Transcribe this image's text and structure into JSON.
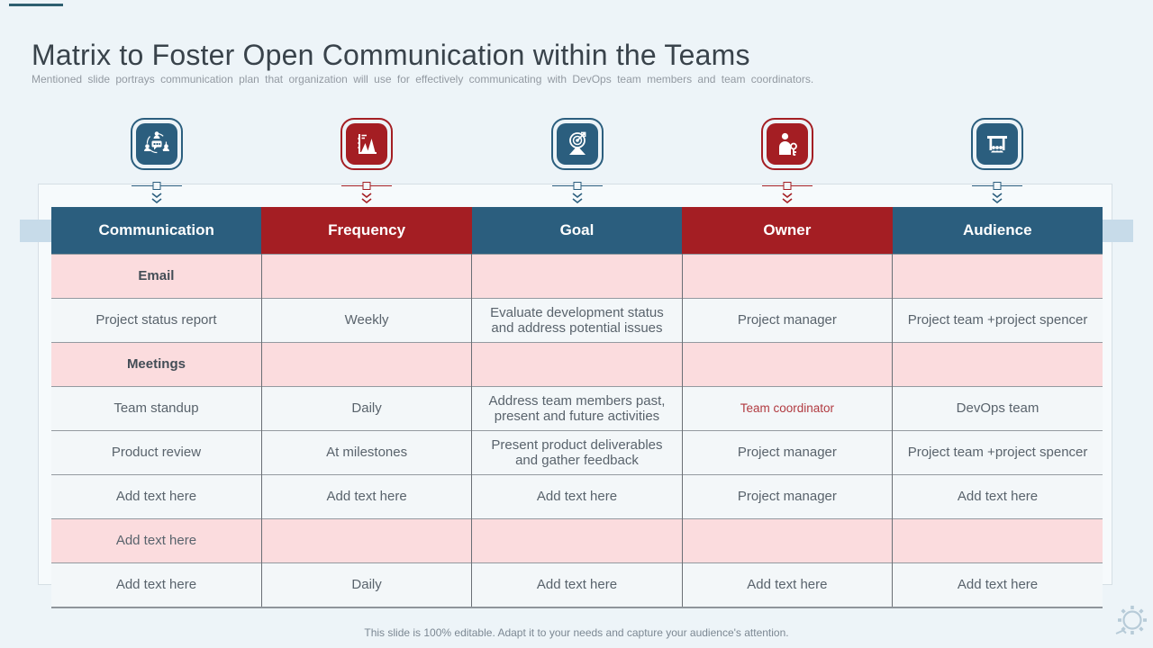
{
  "slide": {
    "title": "Matrix to Foster Open Communication within the Teams",
    "subtitle": "Mentioned slide portrays communication plan that organization will use for effectively communicating with DevOps team members and team coordinators.",
    "footer": "This slide is 100% editable. Adapt it to your needs and capture your audience's attention."
  },
  "colors": {
    "header_blue": "#2b5e7e",
    "header_red": "#a41e23",
    "pink_row": "#fbdcde",
    "light_row": "#f3f7f9",
    "band_blue": "#c7dbe9",
    "accent_text": "#b13a40"
  },
  "icons": [
    {
      "name": "team-communication-icon",
      "color": "blue"
    },
    {
      "name": "frequency-chart-icon",
      "color": "red"
    },
    {
      "name": "goal-target-icon",
      "color": "blue"
    },
    {
      "name": "owner-key-icon",
      "color": "red"
    },
    {
      "name": "audience-presentation-icon",
      "color": "blue"
    }
  ],
  "table": {
    "columns": [
      {
        "label": "Communication",
        "color": "blue"
      },
      {
        "label": "Frequency",
        "color": "red"
      },
      {
        "label": "Goal",
        "color": "blue"
      },
      {
        "label": "Owner",
        "color": "red"
      },
      {
        "label": "Audience",
        "color": "blue"
      }
    ],
    "rows": [
      {
        "variant": "pink",
        "bold": true,
        "cells": [
          "Email",
          "",
          "",
          "",
          ""
        ]
      },
      {
        "variant": "light",
        "bold": false,
        "cells": [
          "Project status report",
          "Weekly",
          "Evaluate development status and address potential issues",
          "Project manager",
          "Project team +project spencer"
        ]
      },
      {
        "variant": "pink",
        "bold": true,
        "cells": [
          "Meetings",
          "",
          "",
          "",
          ""
        ]
      },
      {
        "variant": "light",
        "bold": false,
        "cells": [
          "Team standup",
          "Daily",
          "Address team members past, present and future activities",
          {
            "text": "Team coordinator",
            "accent": true
          },
          "DevOps team"
        ]
      },
      {
        "variant": "light",
        "bold": false,
        "cells": [
          "Product review",
          "At milestones",
          "Present product deliverables and gather feedback",
          "Project manager",
          "Project team +project spencer"
        ]
      },
      {
        "variant": "light",
        "bold": false,
        "cells": [
          "Add text here",
          "Add text here",
          "Add text here",
          "Project manager",
          "Add text here"
        ]
      },
      {
        "variant": "pink",
        "bold": false,
        "cells": [
          "Add text here",
          "",
          "",
          "",
          ""
        ]
      },
      {
        "variant": "light",
        "bold": false,
        "cells": [
          "Add text here",
          "Daily",
          "Add text here",
          "Add text here",
          "Add text here"
        ]
      }
    ]
  }
}
